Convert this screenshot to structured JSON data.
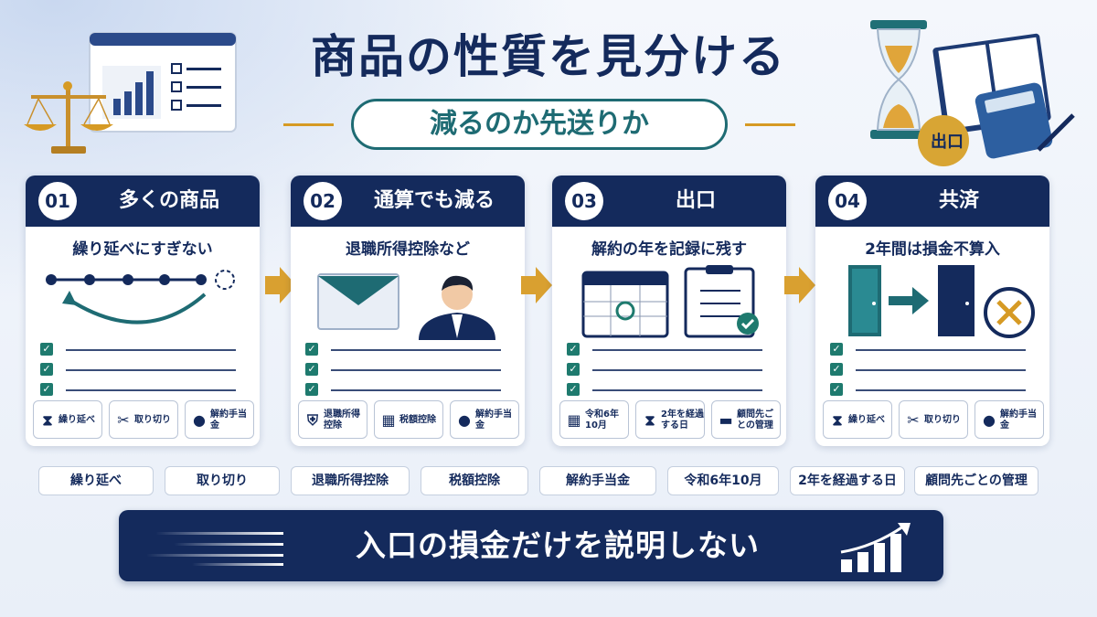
{
  "title": "商品の性質を見分ける",
  "subtitle": "減るのか先送りか",
  "exit_badge": "出口",
  "cards": [
    {
      "num": "01",
      "title": "多くの商品",
      "sub": "繰り延べにすぎない",
      "tags": [
        {
          "icon": "hourglass-icon",
          "label": "繰り延べ"
        },
        {
          "icon": "scissors-icon",
          "label": "取り切り"
        },
        {
          "icon": "piggy-bank-icon",
          "label": "解約手当金"
        }
      ]
    },
    {
      "num": "02",
      "title": "通算でも減る",
      "sub": "退職所得控除など",
      "tags": [
        {
          "icon": "shield-check-icon",
          "label": "退職所得控除"
        },
        {
          "icon": "calculator-icon",
          "label": "税額控除"
        },
        {
          "icon": "piggy-bank-icon",
          "label": "解約手当金"
        }
      ]
    },
    {
      "num": "03",
      "title": "出口",
      "sub": "解約の年を記録に残す",
      "tags": [
        {
          "icon": "calendar-icon",
          "label": "令和6年10月"
        },
        {
          "icon": "hourglass-icon",
          "label": "2年を経過する日"
        },
        {
          "icon": "folder-icon",
          "label": "顧問先ごとの管理"
        }
      ]
    },
    {
      "num": "04",
      "title": "共済",
      "sub": "2年間は損金不算入",
      "tags": [
        {
          "icon": "hourglass-icon",
          "label": "繰り延べ"
        },
        {
          "icon": "scissors-icon",
          "label": "取り切り"
        },
        {
          "icon": "piggy-bank-icon",
          "label": "解約手当金"
        }
      ]
    }
  ],
  "bottom_tags": [
    "繰り延べ",
    "取り切り",
    "退職所得控除",
    "税額控除",
    "解約手当金",
    "令和6年10月",
    "2年を経過する日",
    "顧問先ごとの管理"
  ],
  "banner": "入口の損金だけを説明しない",
  "colors": {
    "navy": "#142a5c",
    "teal": "#1e6b73",
    "gold": "#d69a24",
    "check_green": "#1e7a6e"
  }
}
